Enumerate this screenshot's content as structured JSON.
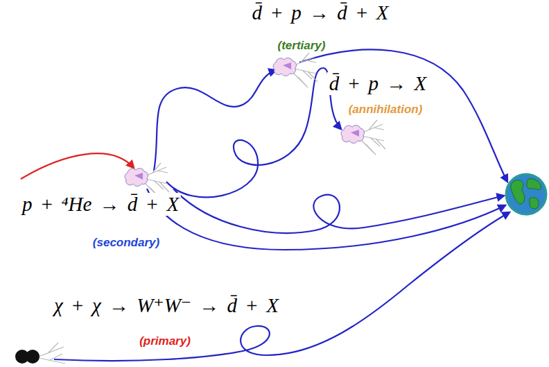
{
  "diagram": {
    "labels": [
      "d̄ + p → d̄ + X",
      "(tertiary)",
      "d̄ + p → X",
      "(annihilation)",
      "p + ⁴He → d̄ + X",
      "(secondary)",
      "χ + χ → W⁺W⁻ → d̄ + X",
      "(primary)"
    ]
  }
}
